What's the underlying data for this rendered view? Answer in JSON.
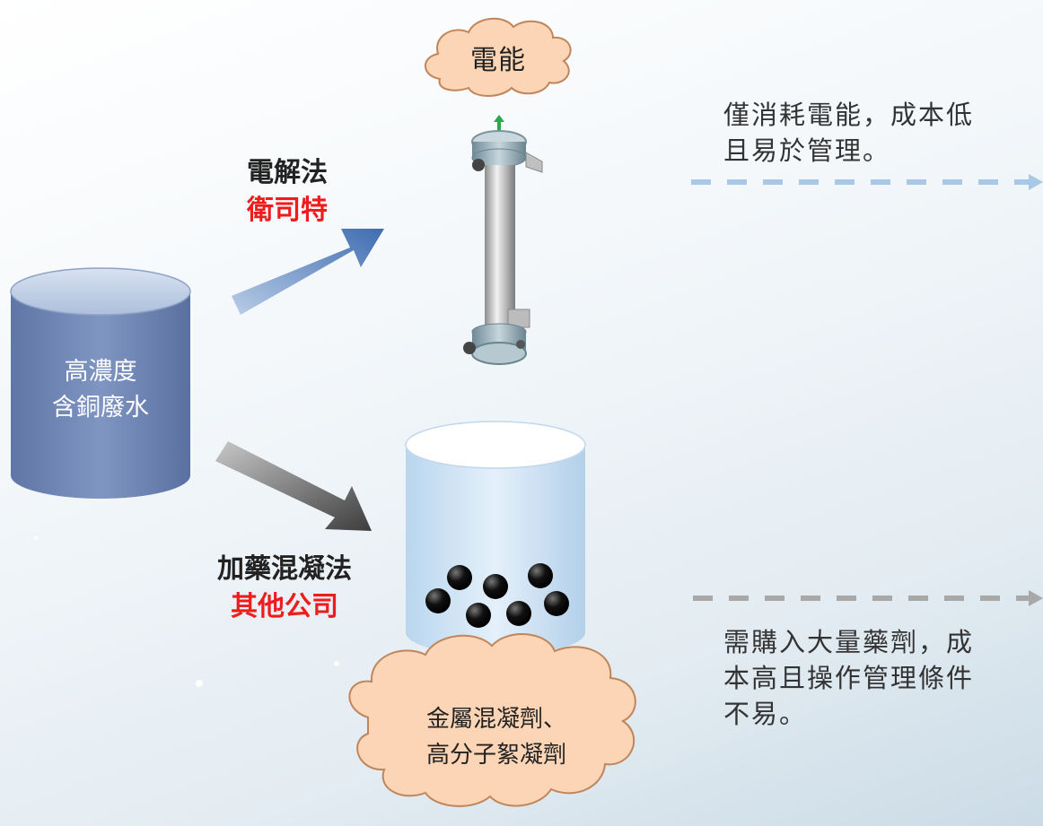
{
  "top_cloud": {
    "label": "電能"
  },
  "source_tank": {
    "line1": "高濃度",
    "line2": "含銅廢水"
  },
  "electro": {
    "method": "電解法",
    "company": "衛司特"
  },
  "chem": {
    "method": "加藥混凝法",
    "company": "其他公司"
  },
  "bottom_cloud": {
    "line1": "金屬混凝劑、",
    "line2": "高分子絮凝劑"
  },
  "note_top": {
    "line1": "僅消耗電能，成本低",
    "line2": "且易於管理。"
  },
  "note_bottom": {
    "line1": "需購入大量藥劑，成",
    "line2": "本高且操作管理條件",
    "line3": "不易。"
  },
  "colors": {
    "accent_red": "#ee1c1c",
    "blue_arrow": "#5b86c0",
    "gray_arrow": "#5a5a5a",
    "tank_blue": "#7389b6",
    "cloud_fill": "#fbd5b5",
    "dash_blue": "#a9c8e6",
    "dash_gray": "#a8a8a8"
  }
}
